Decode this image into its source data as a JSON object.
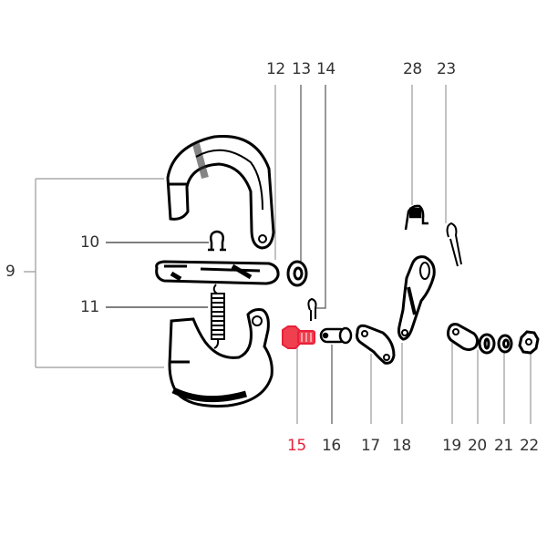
{
  "diagram": {
    "type": "exploded-parts-view",
    "subject": "drum brake shoe assembly",
    "highlight_color": "#e8213a",
    "line_color": "#9a9a9a",
    "label_color": "#333333",
    "highlighted_part": "15",
    "labels": [
      {
        "id": "9",
        "text": "9"
      },
      {
        "id": "10",
        "text": "10"
      },
      {
        "id": "11",
        "text": "11"
      },
      {
        "id": "12",
        "text": "12"
      },
      {
        "id": "13",
        "text": "13"
      },
      {
        "id": "14",
        "text": "14"
      },
      {
        "id": "15",
        "text": "15"
      },
      {
        "id": "16",
        "text": "16"
      },
      {
        "id": "17",
        "text": "17"
      },
      {
        "id": "18",
        "text": "18"
      },
      {
        "id": "19",
        "text": "19"
      },
      {
        "id": "20",
        "text": "20"
      },
      {
        "id": "21",
        "text": "21"
      },
      {
        "id": "22",
        "text": "22"
      },
      {
        "id": "23",
        "text": "23"
      },
      {
        "id": "28",
        "text": "28"
      }
    ]
  }
}
